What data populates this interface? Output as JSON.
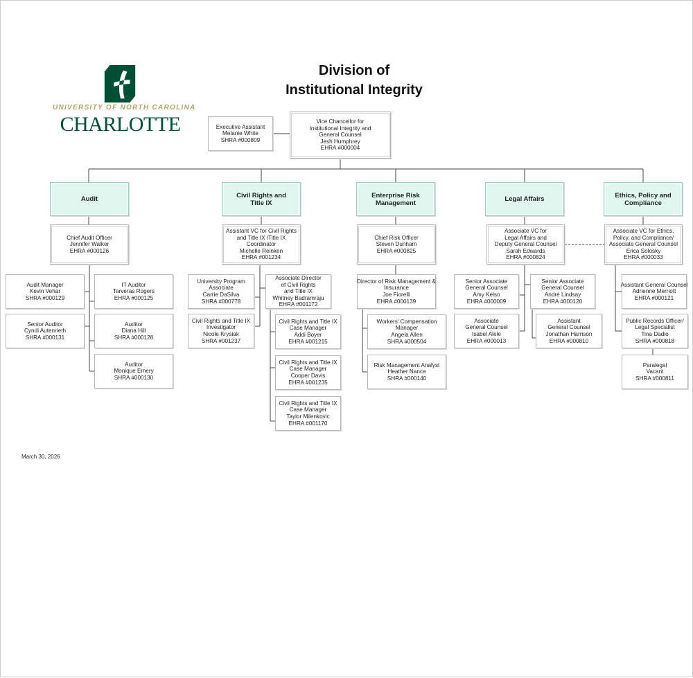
{
  "title": [
    "Division of",
    "Institutional Integrity"
  ],
  "logo": {
    "line1": "UNIVERSITY OF NORTH CAROLINA",
    "line2": "CHARLOTTE"
  },
  "date": "March 30, 2026",
  "colors": {
    "brand_green": "#005035",
    "brand_gold": "#b3a369",
    "dept_fill": "#dff7ee"
  },
  "boxes": {
    "exec": [
      "Executive Assistant",
      "Melanie White",
      "SHRA #000809"
    ],
    "vc": [
      "Vice Chancellor for",
      "Institutional Integrity and",
      "General Counsel",
      "Jesh Humphrey",
      "EHRA #000004"
    ],
    "dept_audit": [
      "Audit"
    ],
    "dept_civil": [
      "Civil Rights and",
      "Title IX"
    ],
    "dept_erm": [
      "Enterprise Risk",
      "Management"
    ],
    "dept_legal": [
      "Legal Affairs"
    ],
    "dept_ethics": [
      "Ethics, Policy and",
      "Compliance"
    ],
    "cao": [
      "Chief Audit Officer",
      "Jennifer Walker",
      "EHRA #000126"
    ],
    "avc_civil": [
      "Assistant VC for Civil Rights",
      "and Title IX /Title IX",
      "Coordinator",
      "Michelle Reinken",
      "EHRA #001234"
    ],
    "cro": [
      "Chief Risk Officer",
      "Steven Dunham",
      "EHRA #000825"
    ],
    "avc_legal": [
      "Associate VC for",
      "Legal Affairs and",
      "Deputy General Counsel",
      "Sarah Edwards",
      "EHRA #000824"
    ],
    "avc_ethics": [
      "Associate VC for Ethics,",
      "Policy, and Compliance/",
      "Associate General Counsel",
      "Erica Solosky",
      "EHRA #000033"
    ],
    "audit_mgr": [
      "Audit Manager",
      "Kevin Vehar",
      "SHRA #000129"
    ],
    "it_auditor": [
      "IT Auditor",
      "Tarveras Rogers",
      "EHRA #000125"
    ],
    "senior_auditor": [
      "Senior Auditor",
      "Cyndi Autenrieth",
      "SHRA #000131"
    ],
    "auditor_hill": [
      "Auditor",
      "Diana Hill",
      "SHRA #000128"
    ],
    "auditor_emery": [
      "Auditor",
      "Monique Emery",
      "SHRA #000130"
    ],
    "upa": [
      "University Program",
      "Associate",
      "Carrie DaSilva",
      "SHRA #000778"
    ],
    "assoc_dir": [
      "Associate Director",
      "of Civil Rights",
      "and Title IX",
      "Whitney Badramraju",
      "EHRA #001172"
    ],
    "investigator": [
      "Civil Rights and Title IX",
      "Investigator",
      "Nicole Krysiak",
      "SHRA #001237"
    ],
    "cm_boyer": [
      "Civil Rights and Title IX",
      "Case Manager",
      "Addi Boyer",
      "EHRA #001215"
    ],
    "cm_davis": [
      "Civil Rights and Title IX",
      "Case Manager",
      "Cooper Davis",
      "EHRA #001235"
    ],
    "cm_milenkovic": [
      "Civil Rights and Title IX",
      "Case Manager",
      "Taylor Milenkovic",
      "EHRA #001170"
    ],
    "dir_risk": [
      "Director of Risk Management &",
      "Insurance",
      "Joe Fiorelli",
      "EHRA #000139"
    ],
    "workers_comp": [
      "Workers' Compensation",
      "Manager",
      "Angela Allen",
      "SHRA #000504"
    ],
    "risk_analyst": [
      "Risk Management Analyst",
      "Heather Nance",
      "SHRA #000140"
    ],
    "sagc_kelso": [
      "Senior Associate",
      "General Counsel",
      "Amy Kelso",
      "EHRA #000009"
    ],
    "sagc_lindsay": [
      "Senior Associate",
      "General Counsel",
      "André Lindsay",
      "EHRA #000120"
    ],
    "agc_alele": [
      "Associate",
      "General Counsel",
      "Isabel Alele",
      "EHRA #000013"
    ],
    "agc_harrison": [
      "Assistant",
      "General Counsel",
      "Jonathan Harrison",
      "EHRA #000810"
    ],
    "agc_merriott": [
      "Assistant General Counsel",
      "Adrienne Merriott",
      "EHRA #000121"
    ],
    "records": [
      "Public Records Officer/",
      "Legal Specialist",
      "Tina Dadio",
      "SHRA #000818"
    ],
    "paralegal": [
      "Paralegal",
      "Vacant",
      "SHRA #000811"
    ]
  }
}
